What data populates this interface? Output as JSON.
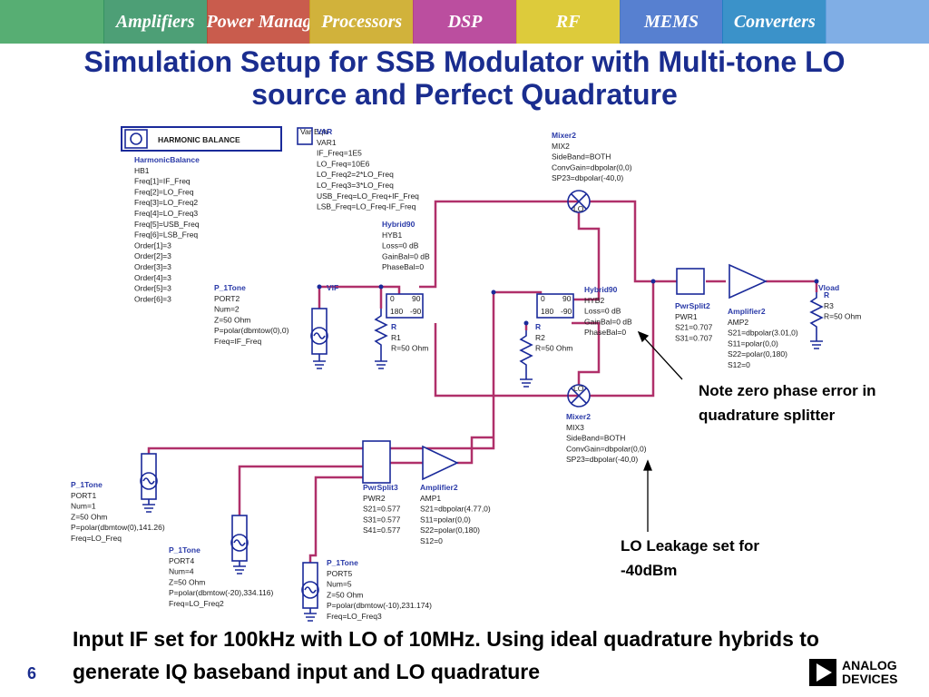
{
  "banner": {
    "segments": [
      {
        "label": "",
        "color": "#3aa05a"
      },
      {
        "label": "Amplifiers",
        "color": "#2f8f5f"
      },
      {
        "label": "Power Management",
        "color": "#c0402f"
      },
      {
        "label": "Processors",
        "color": "#c9a51a"
      },
      {
        "label": "DSP",
        "color": "#b0308f"
      },
      {
        "label": "RF",
        "color": "#d8c21a"
      },
      {
        "label": "MEMS",
        "color": "#3a6bc8"
      },
      {
        "label": "Converters",
        "color": "#1a7fc0"
      },
      {
        "label": "",
        "color": "#6aa0e0"
      }
    ]
  },
  "slide": {
    "title": "Simulation Setup for SSB Modulator with Multi-tone LO source and Perfect Quadrature",
    "page_number": "6",
    "caption": "Input IF set for 100kHz with LO of 10MHz. Using ideal quadrature hybrids to generate IQ baseband input and LO quadrature",
    "note_phase": "Note zero phase error in quadrature splitter",
    "note_leak": "LO Leakage set for -40dBm",
    "logo": {
      "line1": "ANALOG",
      "line2": "DEVICES"
    }
  },
  "schematic": {
    "hb_header": "HARMONIC BALANCE",
    "hb_lines": [
      "HarmonicBalance",
      "HB1",
      "Freq[1]=IF_Freq",
      "Freq[2]=LO_Freq",
      "Freq[3]=LO_Freq2",
      "Freq[4]=LO_Freq3",
      "Freq[5]=USB_Freq",
      "Freq[6]=LSB_Freq",
      "Order[1]=3",
      "Order[2]=3",
      "Order[3]=3",
      "Order[4]=3",
      "Order[5]=3",
      "Order[6]=3"
    ],
    "var_badge": "Var Eqn",
    "var_lines": [
      "VAR",
      "VAR1",
      "IF_Freq=1E5",
      "LO_Freq=10E6",
      "LO_Freq2=2*LO_Freq",
      "LO_Freq3=3*LO_Freq",
      "USB_Freq=LO_Freq+IF_Freq",
      "LSB_Freq=LO_Freq-IF_Freq"
    ],
    "mix2_lines": [
      "Mixer2",
      "MIX2",
      "SideBand=BOTH",
      "ConvGain=dbpolar(0,0)",
      "SP23=dbpolar(-40,0)"
    ],
    "mix3_lines": [
      "Mixer2",
      "MIX3",
      "SideBand=BOTH",
      "ConvGain=dbpolar(0,0)",
      "SP23=dbpolar(-40,0)"
    ],
    "hyb1_lines": [
      "Hybrid90",
      "HYB1",
      "Loss=0 dB",
      "GainBal=0 dB",
      "PhaseBal=0"
    ],
    "hyb2_lines": [
      "Hybrid90",
      "HYB2",
      "Loss=0 dB",
      "GainBal=0 dB",
      "PhaseBal=0"
    ],
    "port2_lines": [
      "P_1Tone",
      "PORT2",
      "Num=2",
      "Z=50 Ohm",
      "P=polar(dbmtow(0),0)",
      "Freq=IF_Freq"
    ],
    "port1_lines": [
      "P_1Tone",
      "PORT1",
      "Num=1",
      "Z=50 Ohm",
      "P=polar(dbmtow(0),141.26)",
      "Freq=LO_Freq"
    ],
    "port4_lines": [
      "P_1Tone",
      "PORT4",
      "Num=4",
      "Z=50 Ohm",
      "P=polar(dbmtow(-20),334.116)",
      "Freq=LO_Freq2"
    ],
    "port5_lines": [
      "P_1Tone",
      "PORT5",
      "Num=5",
      "Z=50 Ohm",
      "P=polar(dbmtow(-10),231.174)",
      "Freq=LO_Freq3"
    ],
    "r1_lines": [
      "R",
      "R1",
      "R=50 Ohm"
    ],
    "r2_lines": [
      "R",
      "R2",
      "R=50 Ohm"
    ],
    "r3_lines": [
      "R",
      "R3",
      "R=50 Ohm"
    ],
    "pwr1_lines": [
      "PwrSplit2",
      "PWR1",
      "S21=0.707",
      "S31=0.707"
    ],
    "pwr2_lines": [
      "PwrSplit3",
      "PWR2",
      "S21=0.577",
      "S31=0.577",
      "S41=0.577"
    ],
    "amp2_lines": [
      "Amplifier2",
      "AMP2",
      "S21=dbpolar(3.01,0)",
      "S11=polar(0,0)",
      "S22=polar(0,180)",
      "S12=0"
    ],
    "amp1_lines": [
      "Amplifier2",
      "AMP1",
      "S21=dbpolar(4.77,0)",
      "S11=polar(0,0)",
      "S22=polar(0,180)",
      "S12=0"
    ],
    "vif_label": "VIF",
    "vload_label": "Vload",
    "lo_glyph": "LO",
    "hyb_pin_0": "0",
    "hyb_pin_90": "90",
    "hyb_pin_180": "180",
    "hyb_pin_m90": "-90",
    "wire_color": "#b0306a",
    "part_color": "#1a2a9a"
  }
}
